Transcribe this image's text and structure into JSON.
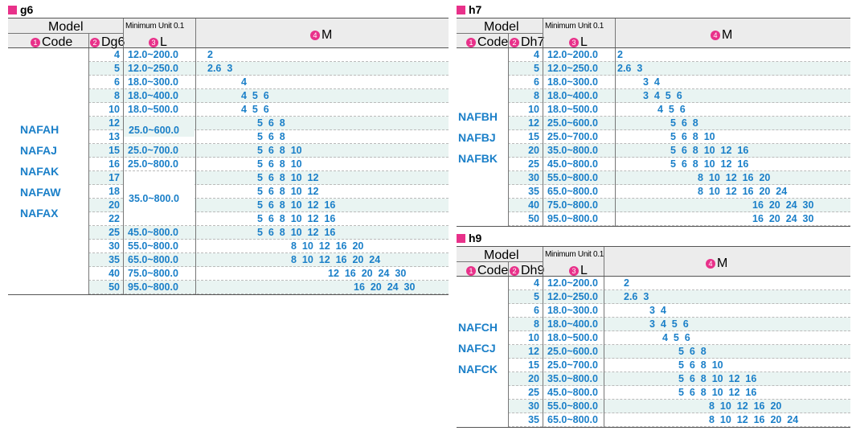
{
  "headers": {
    "model": "Model",
    "code": "Code",
    "min_unit": "Minimum Unit 0.1",
    "l": "L",
    "m": "M",
    "badge1": "1",
    "badge2": "2",
    "badge3": "3",
    "badge4": "4"
  },
  "g6": {
    "title": "g6",
    "d_label": "Dg6",
    "codes": [
      "NAFAH",
      "NAFAJ",
      "NAFAK",
      "NAFAW",
      "NAFAX"
    ],
    "merged_l": "35.0~800.0",
    "rows": [
      {
        "d": "4",
        "l": "12.0~200.0",
        "m": "2"
      },
      {
        "d": "5",
        "l": "12.0~250.0",
        "m": "2.6  3"
      },
      {
        "d": "6",
        "l": "18.0~300.0",
        "m": "4"
      },
      {
        "d": "8",
        "l": "18.0~400.0",
        "m": "4  5  6"
      },
      {
        "d": "10",
        "l": "18.0~500.0",
        "m": "4  5  6"
      },
      {
        "d": "12",
        "l": "25.0~600.0",
        "m": "5  6  8"
      },
      {
        "d": "13",
        "l": "",
        "m": "5  6  8"
      },
      {
        "d": "15",
        "l": "25.0~700.0",
        "m": "5  6  8  10"
      },
      {
        "d": "16",
        "l": "25.0~800.0",
        "m": "5  6  8  10"
      },
      {
        "d": "17",
        "l": "",
        "m": "5  6  8  10  12"
      },
      {
        "d": "18",
        "l": "",
        "m": "5  6  8  10  12"
      },
      {
        "d": "20",
        "l": "",
        "m": "5  6  8  10  12  16"
      },
      {
        "d": "22",
        "l": "",
        "m": "5  6  8  10  12  16"
      },
      {
        "d": "25",
        "l": "45.0~800.0",
        "m": "5  6  8  10  12  16"
      },
      {
        "d": "30",
        "l": "55.0~800.0",
        "m": "8  10  12  16  20"
      },
      {
        "d": "35",
        "l": "65.0~800.0",
        "m": "8  10  12  16  20  24"
      },
      {
        "d": "40",
        "l": "75.0~800.0",
        "m": "12  16  20  24  30"
      },
      {
        "d": "50",
        "l": "95.0~800.0",
        "m": "16  20  24  30"
      }
    ]
  },
  "h7": {
    "title": "h7",
    "d_label": "Dh7",
    "codes": [
      "NAFBH",
      "NAFBJ",
      "NAFBK"
    ],
    "rows": [
      {
        "d": "4",
        "l": "12.0~200.0",
        "m": "2"
      },
      {
        "d": "5",
        "l": "12.0~250.0",
        "m": "2.6  3"
      },
      {
        "d": "6",
        "l": "18.0~300.0",
        "m": "3  4"
      },
      {
        "d": "8",
        "l": "18.0~400.0",
        "m": "3  4  5  6"
      },
      {
        "d": "10",
        "l": "18.0~500.0",
        "m": "4  5  6"
      },
      {
        "d": "12",
        "l": "25.0~600.0",
        "m": "5  6  8"
      },
      {
        "d": "15",
        "l": "25.0~700.0",
        "m": "5  6  8  10"
      },
      {
        "d": "20",
        "l": "35.0~800.0",
        "m": "5  6  8  10  12  16"
      },
      {
        "d": "25",
        "l": "45.0~800.0",
        "m": "5  6  8  10  12  16"
      },
      {
        "d": "30",
        "l": "55.0~800.0",
        "m": "8  10  12  16  20"
      },
      {
        "d": "35",
        "l": "65.0~800.0",
        "m": "8  10  12  16  20  24"
      },
      {
        "d": "40",
        "l": "75.0~800.0",
        "m": "16  20  24  30"
      },
      {
        "d": "50",
        "l": "95.0~800.0",
        "m": "16  20  24  30"
      }
    ]
  },
  "h9": {
    "title": "h9",
    "d_label": "Dh9",
    "codes": [
      "NAFCH",
      "NAFCJ",
      "NAFCK"
    ],
    "rows": [
      {
        "d": "4",
        "l": "12.0~200.0",
        "m": "2"
      },
      {
        "d": "5",
        "l": "12.0~250.0",
        "m": "2.6  3"
      },
      {
        "d": "6",
        "l": "18.0~300.0",
        "m": "3  4"
      },
      {
        "d": "8",
        "l": "18.0~400.0",
        "m": "3  4  5  6"
      },
      {
        "d": "10",
        "l": "18.0~500.0",
        "m": "4  5  6"
      },
      {
        "d": "12",
        "l": "25.0~600.0",
        "m": "5  6  8"
      },
      {
        "d": "15",
        "l": "25.0~700.0",
        "m": "5  6  8  10"
      },
      {
        "d": "20",
        "l": "35.0~800.0",
        "m": "5  6  8  10  12  16"
      },
      {
        "d": "25",
        "l": "45.0~800.0",
        "m": "5  6  8  10  12  16"
      },
      {
        "d": "30",
        "l": "55.0~800.0",
        "m": "8  10  12  16  20"
      },
      {
        "d": "35",
        "l": "65.0~800.0",
        "m": "8  10  12  16  20  24"
      }
    ]
  }
}
